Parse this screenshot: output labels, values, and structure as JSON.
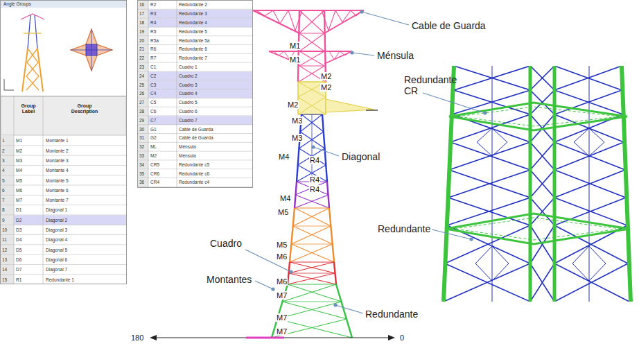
{
  "diagram": {
    "labels": [
      "Angle Groups",
      "Group Label",
      "Group Description",
      "1",
      "M1",
      "Montante 1",
      "2",
      "M2",
      "Montante 2",
      "3",
      "M3",
      "Montante 3",
      "4",
      "M4",
      "Montante 4",
      "5",
      "M5",
      "Montante 5",
      "6",
      "M6",
      "Montante 6",
      "7",
      "M7",
      "Montante 7",
      "8",
      "D1",
      "Diagonal 1",
      "9",
      "D2",
      "Diagonal 2",
      "10",
      "D3",
      "Diagonal 3",
      "11",
      "D4",
      "Diagonal 4",
      "12",
      "D5",
      "Diagonal 5",
      "13",
      "D6",
      "Diagonal 6",
      "14",
      "D7",
      "Diagonal 7",
      "15",
      "R1",
      "Redundante 1",
      "16",
      "R2",
      "Redundante 2",
      "17",
      "R3",
      "Redundante 3",
      "18",
      "R4",
      "Redundante 4",
      "19",
      "R5",
      "Redundante 5",
      "20",
      "R5a",
      "Redundante 5a",
      "21",
      "R6",
      "Redundante 6",
      "22",
      "R7",
      "Redundante 7",
      "23",
      "C1",
      "Cuadro 1",
      "24",
      "C2",
      "Cuadro 2",
      "25",
      "C3",
      "Cuadro 3",
      "26",
      "C4",
      "Cuadro 4",
      "27",
      "C5",
      "Cuadro 5",
      "28",
      "C6",
      "Cuadro 6",
      "29",
      "C7",
      "Cuadro 7",
      "30",
      "G1",
      "Cable de Guarda",
      "31",
      "G2",
      "Cable de Guarda",
      "32",
      "ML",
      "Ménsula",
      "33",
      "M2",
      "Ménsula",
      "34",
      "CR5",
      "Redundante c5",
      "35",
      "CR6",
      "Redundante c6",
      "36",
      "CR4",
      "Redundante c4",
      "M1",
      "M1",
      "M2",
      "M2",
      "M2",
      "M3",
      "M3",
      "M4",
      "R4",
      "R4",
      "R4",
      "M4",
      "M5",
      "M5",
      "M6",
      "M6",
      "M7",
      "M7",
      "M7",
      "Cable de Guarda",
      "Ménsula",
      "Diagonal",
      "Redundante CR",
      "Redundante",
      "Cuadro",
      "Montantes",
      "Redundante",
      "180",
      "0"
    ]
  }
}
